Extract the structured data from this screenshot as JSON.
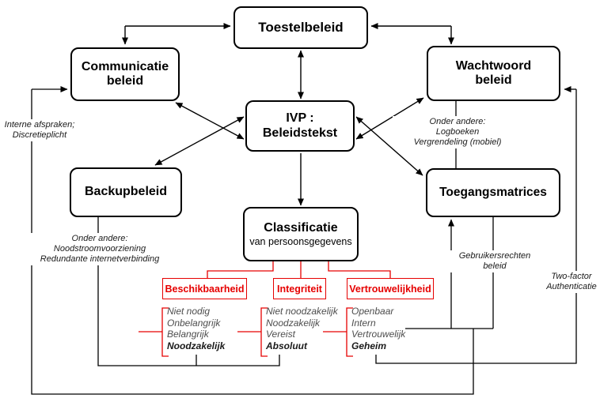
{
  "diagram": {
    "title_node": {
      "label": "Toestelbeleid"
    },
    "nodes": {
      "communicatiebeleid": {
        "line1": "Communicatie",
        "line2": "beleid"
      },
      "wachtwoordbeleid": {
        "line1": "Wachtwoord",
        "line2": "beleid"
      },
      "ivp": {
        "line1": "IVP :",
        "line2": "Beleidstekst"
      },
      "backupbeleid": {
        "label": "Backupbeleid"
      },
      "toegangsmatrices": {
        "label": "Toegangsmatrices"
      },
      "classificatie": {
        "title": "Classificatie",
        "subtitle": "van persoonsgegevens"
      }
    },
    "categories": [
      {
        "label": "Beschikbaarheid",
        "levels": [
          "Niet nodig",
          "Onbelangrijk",
          "Belangrijk",
          "Noodzakelijk"
        ]
      },
      {
        "label": "Integriteit",
        "levels": [
          "Niet noodzakelijk",
          "Noodzakelijk",
          "Vereist",
          "Absoluut"
        ]
      },
      {
        "label": "Vertrouwelijkheid",
        "levels": [
          "Openbaar",
          "Intern",
          "Vertrouwelijk",
          "Geheim"
        ]
      }
    ],
    "annotations": {
      "communicatie_note": [
        "Interne afspraken;",
        "Discretieplicht"
      ],
      "wachtwoord_note": [
        "Onder andere:",
        "Logboeken",
        "Vergrendeling (mobiel)"
      ],
      "backup_note": [
        "Onder andere:",
        "Noodstroomvoorziening",
        "Redundante internetverbinding"
      ],
      "toegang_note": [
        "Gebruikersrechten",
        "beleid"
      ],
      "twofactor_note": [
        "Two-factor",
        "Authenticatie"
      ]
    },
    "colors": {
      "line_black": "#000000",
      "accent_red": "#e60000",
      "muted_list_text": "#4d4d4d"
    }
  }
}
